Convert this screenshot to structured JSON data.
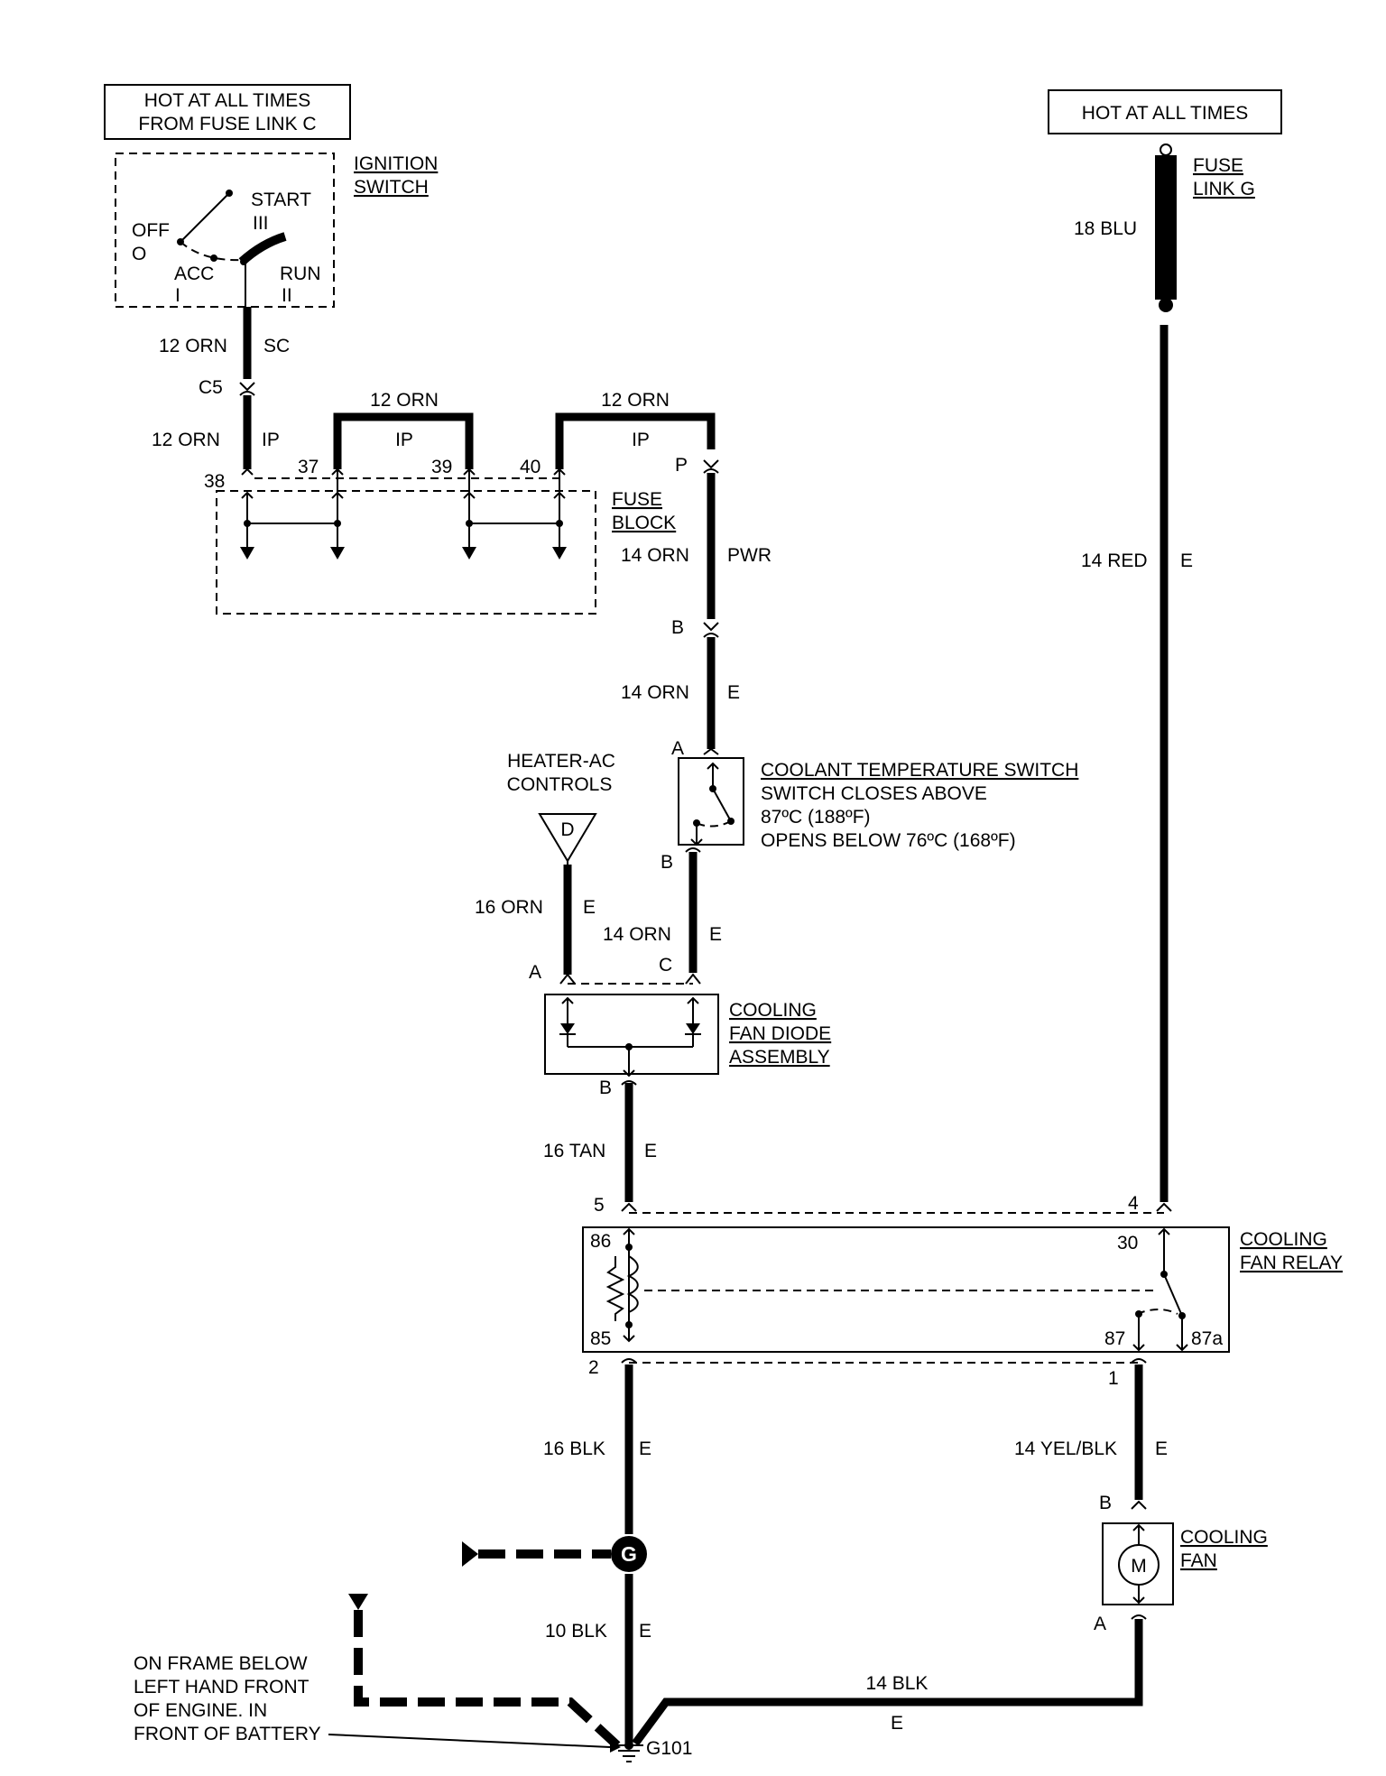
{
  "hot_fuse_c": [
    "HOT AT ALL TIMES",
    "FROM FUSE LINK C"
  ],
  "hot_all_times": "HOT AT ALL TIMES",
  "ignition_switch": {
    "title": [
      "IGNITION",
      "SWITCH"
    ],
    "positions": {
      "off": "OFF",
      "off_num": "O",
      "acc": "ACC",
      "acc_num": "I",
      "start": "START",
      "start_num": "III",
      "run": "RUN",
      "run_num": "II"
    }
  },
  "fuse_link_g": [
    "FUSE",
    "LINK G"
  ],
  "fuse_block": [
    "FUSE",
    "BLOCK"
  ],
  "heater_ac": [
    "HEATER-AC",
    "CONTROLS"
  ],
  "heater_ac_connector": "D",
  "coolant_switch": {
    "title": "COOLANT TEMPERATURE SWITCH",
    "lines": [
      "SWITCH CLOSES ABOVE",
      "87ºC (188ºF)",
      "OPENS BELOW 76ºC (168ºF)"
    ]
  },
  "diode_assembly": [
    "COOLING",
    "FAN DIODE",
    "ASSEMBLY"
  ],
  "fan_relay": [
    "COOLING",
    "FAN RELAY"
  ],
  "cooling_fan": [
    "COOLING",
    "FAN"
  ],
  "fan_motor_symbol": "M",
  "ground_splice": "G",
  "ground_note": [
    "ON FRAME BELOW",
    "LEFT HAND FRONT",
    "OF ENGINE. IN",
    "FRONT OF BATTERY"
  ],
  "ground_id": "G101",
  "wires": {
    "ign_out": "12 ORN",
    "ign_out_circuit": "SC",
    "c5": "C5",
    "ip_in": "12 ORN",
    "ip_in_circuit": "IP",
    "jumper1": "12 ORN",
    "jumper1_circuit": "IP",
    "jumper2": "12 ORN",
    "jumper2_circuit": "IP",
    "fuse_link_g": "18 BLU",
    "pwr": "14 ORN",
    "pwr_circuit": "PWR",
    "sw_in": "14 ORN",
    "sw_in_circuit": "E",
    "heater_wire": "16 ORN",
    "heater_wire_circuit": "E",
    "sw_out": "14 ORN",
    "sw_out_circuit": "E",
    "tan": "16 TAN",
    "tan_circuit": "E",
    "red": "14 RED",
    "red_circuit": "E",
    "blk16": "16 BLK",
    "blk16_circuit": "E",
    "yelblk": "14 YEL/BLK",
    "yelblk_circuit": "E",
    "blk10": "10 BLK",
    "blk10_circuit": "E",
    "blk14": "14 BLK",
    "blk14_circuit": "E"
  },
  "pins": {
    "p38": "38",
    "p37": "37",
    "p39": "39",
    "p40": "40",
    "p_p": "P",
    "p_b1": "B",
    "sw_a": "A",
    "sw_b": "B",
    "diode_a": "A",
    "diode_c": "C",
    "diode_b": "B",
    "relay_5": "5",
    "relay_4": "4",
    "relay_2": "2",
    "relay_1": "1",
    "relay_86": "86",
    "relay_85": "85",
    "relay_30": "30",
    "relay_87": "87",
    "relay_87a": "87a",
    "fan_b": "B",
    "fan_a": "A"
  }
}
